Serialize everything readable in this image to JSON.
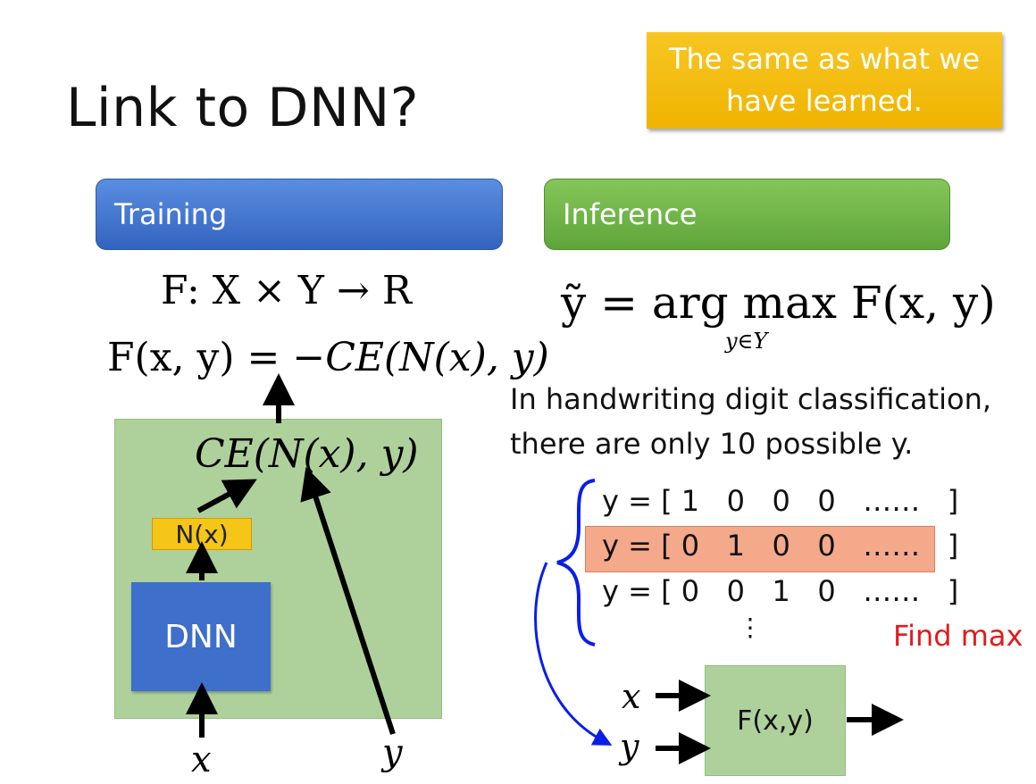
{
  "title": "Link to DNN?",
  "note": "The same as what we\nhave learned.",
  "training": {
    "label": "Training",
    "eq1": "F: X × Y → R",
    "eq2_left": "F(x, y) = ",
    "eq2_right": "−CE(N(x), y)",
    "ce_label": "CE(N(x), y)",
    "nx_label": "N(x)",
    "dnn_label": "DNN",
    "x_label": "x",
    "y_label": "y"
  },
  "inference": {
    "label": "Inference",
    "eq_main": "ỹ = arg max F(x, y)",
    "eq_sub": "y∈Y",
    "paragraph": "In handwriting digit classification,\nthere are only 10 possible y.",
    "vectors": [
      "y = [ 1   0   0   0   ……   ]",
      "y = [ 0   1   0   0   ……   ]",
      "y = [ 0   0   1   0   ……   ]"
    ],
    "vdots": "⋮",
    "find_max": "Find max",
    "fbox_label": "F(x,y)",
    "x_label": "x",
    "y_label": "y"
  },
  "colors": {
    "note": "#f2bb10",
    "training_bar": "#3f70cc",
    "inference_bar": "#6db544",
    "highlight": "#f4a98b",
    "find_max": "#e01b1b",
    "brace": "#0a1ee8"
  }
}
